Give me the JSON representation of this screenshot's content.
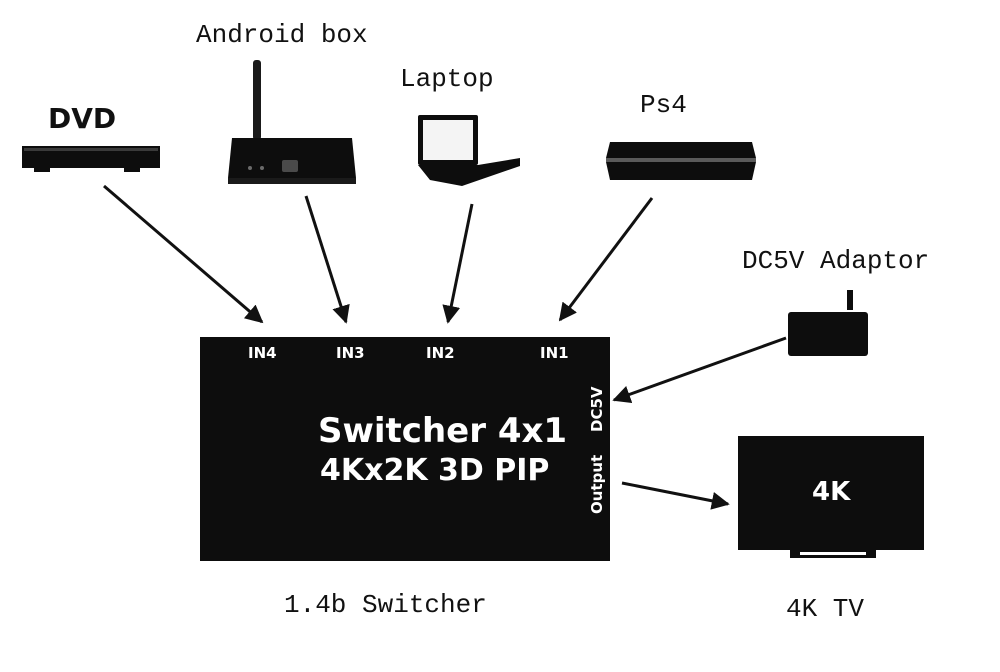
{
  "devices": {
    "dvd": {
      "label": "DVD"
    },
    "android_box": {
      "label": "Android box"
    },
    "laptop": {
      "label": "Laptop"
    },
    "ps4": {
      "label": "Ps4"
    },
    "adaptor": {
      "label": "DC5V Adaptor"
    }
  },
  "switcher": {
    "ports": {
      "in4": "IN4",
      "in3": "IN3",
      "in2": "IN2",
      "in1": "IN1",
      "dc": "DC5V",
      "output": "Output"
    },
    "title_line1": "Switcher 4x1",
    "title_line2": "4Kx2K 3D PIP",
    "caption": "1.4b Switcher"
  },
  "tv": {
    "screen_text": "4K",
    "caption": "4K TV"
  },
  "colors": {
    "ink": "#111111",
    "device": "#0d0d0d",
    "background": "#ffffff"
  }
}
